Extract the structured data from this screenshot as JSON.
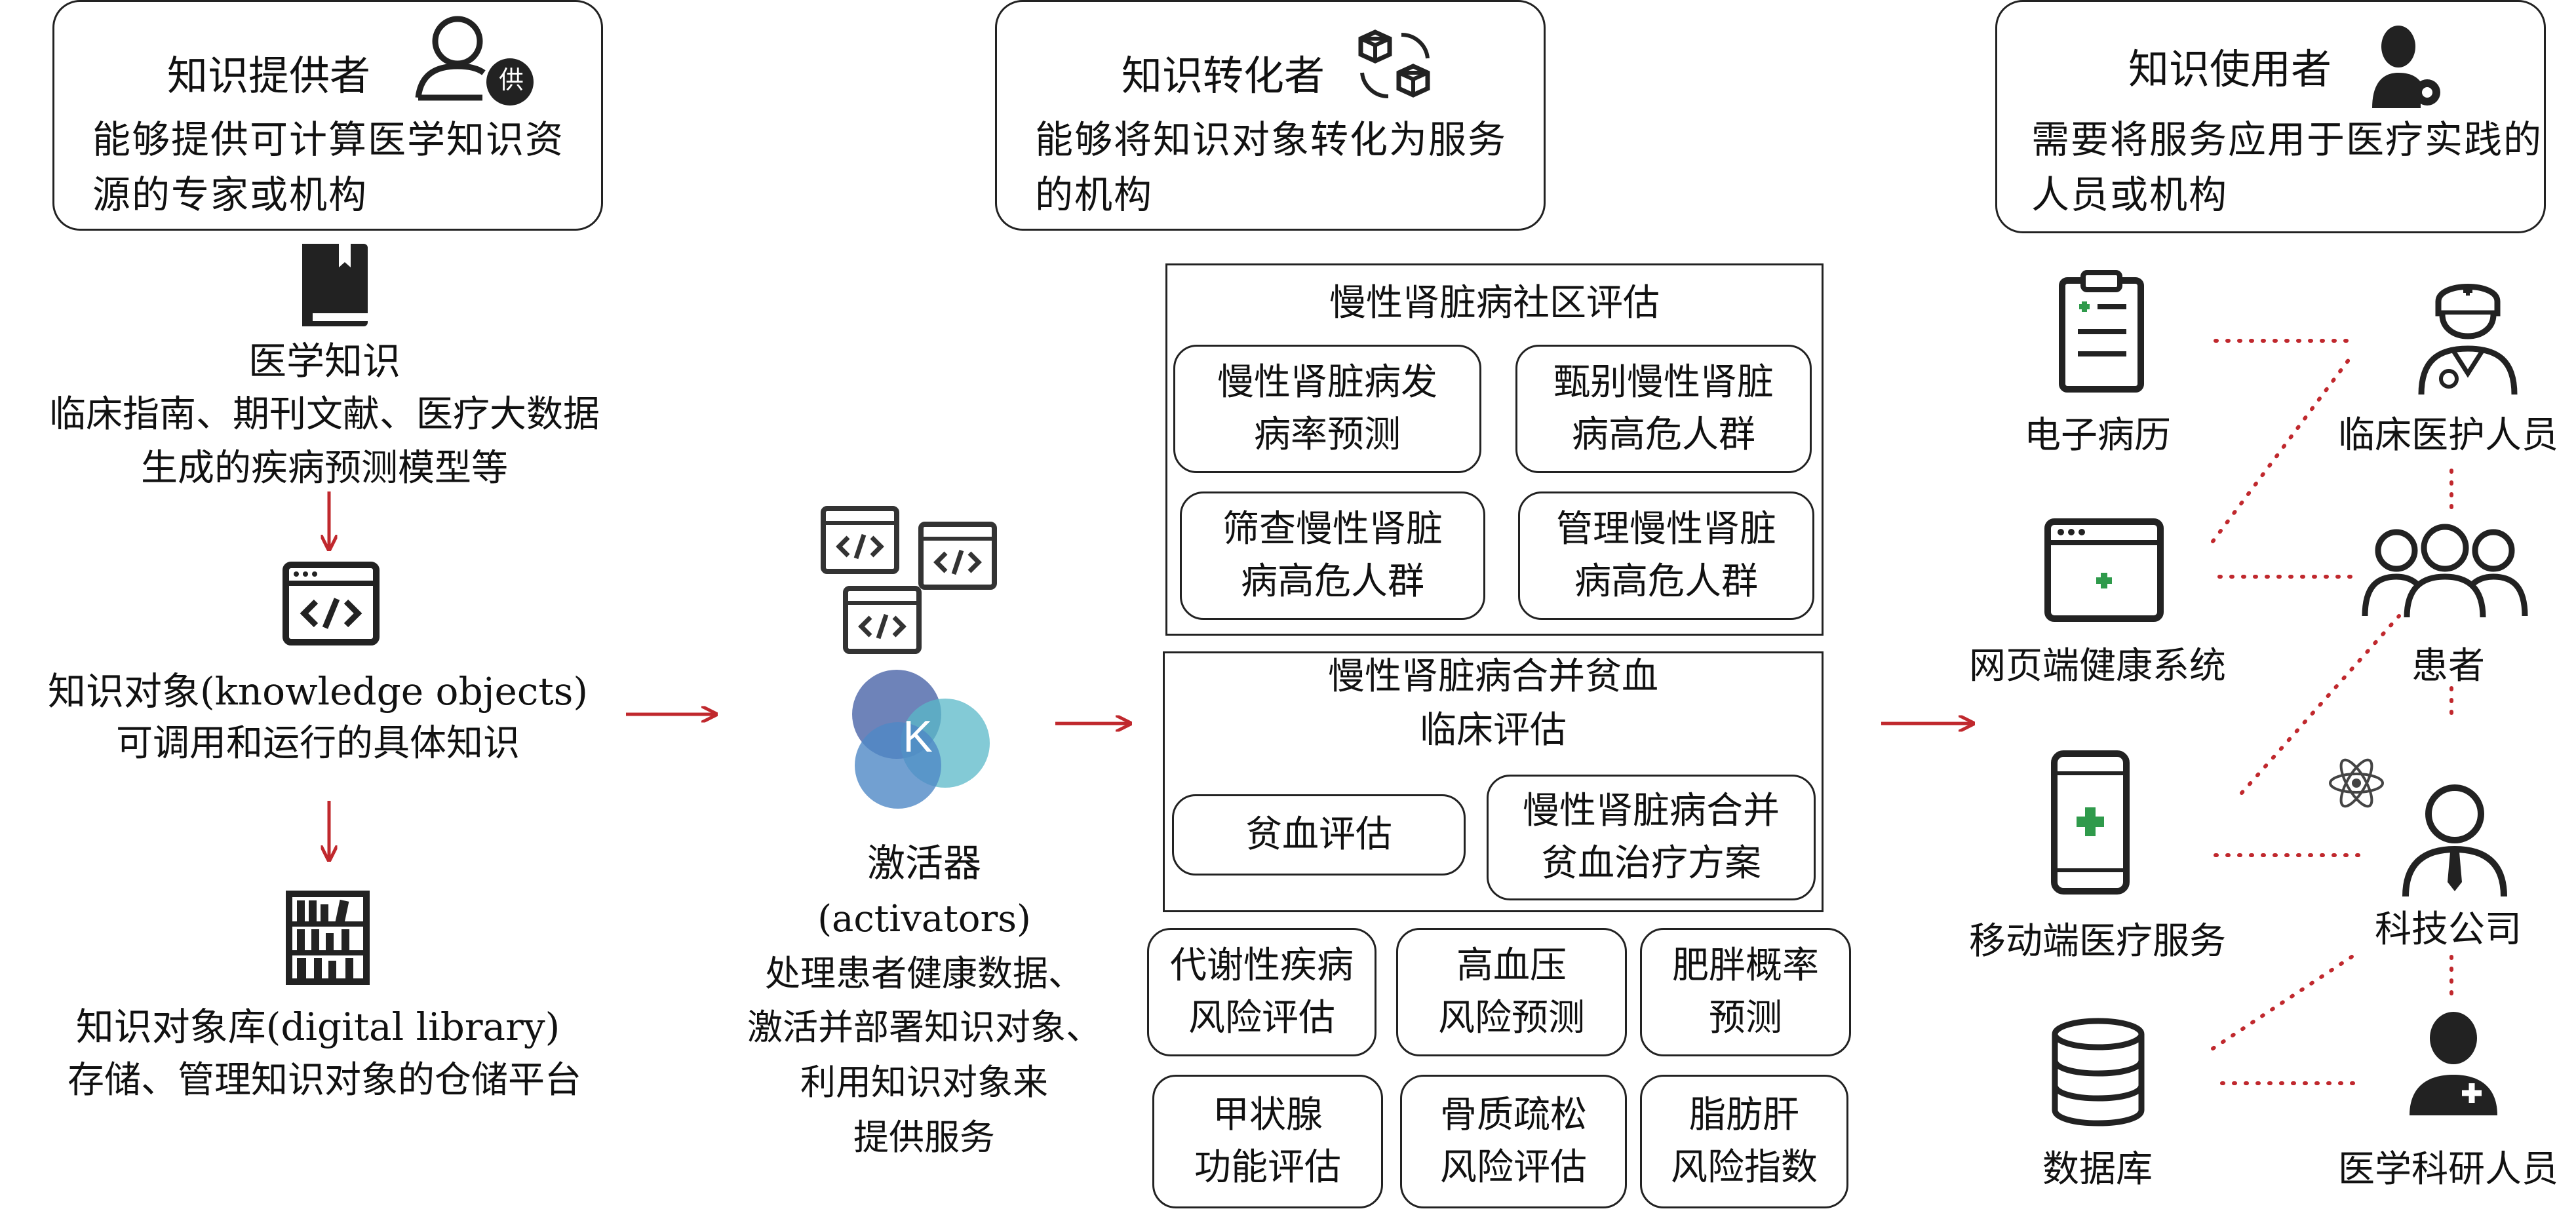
{
  "headers": {
    "provider": {
      "title": "知识提供者",
      "desc": "能够提供可计算医学知识资源的专家或机构"
    },
    "converter": {
      "title": "知识转化者",
      "desc": "能够将知识对象转化为服务的机构"
    },
    "user": {
      "title": "知识使用者",
      "desc": "需要将服务应用于医疗实践的人员或机构"
    }
  },
  "provider_badge": "供",
  "left": {
    "medical_knowledge": "医学知识",
    "medical_knowledge_desc": [
      "临床指南、期刊文献、医疗大数据",
      "生成的疾病预测模型等"
    ],
    "knowledge_objects": "知识对象(knowledge objects)",
    "knowledge_objects_desc": "可调用和运行的具体知识",
    "digital_library": "知识对象库(digital library)",
    "digital_library_desc": "存储、管理知识对象的仓储平台"
  },
  "activator": {
    "k_letter": "K",
    "title": "激活器",
    "subtitle": "(activators)",
    "desc": [
      "处理患者健康数据、",
      "激活并部署知识对象、",
      "利用知识对象来",
      "提供服务"
    ]
  },
  "ckd_community": {
    "title": "慢性肾脏病社区评估",
    "items": [
      [
        "慢性肾脏病发",
        "病率预测"
      ],
      [
        "甄别慢性肾脏",
        "病高危人群"
      ],
      [
        "筛查慢性肾脏",
        "病高危人群"
      ],
      [
        "管理慢性肾脏",
        "病高危人群"
      ]
    ]
  },
  "ckd_anemia": {
    "title": [
      "慢性肾脏病合并贫血",
      "临床评估"
    ],
    "items": [
      [
        "贫血评估"
      ],
      [
        "慢性肾脏病合并",
        "贫血治疗方案"
      ]
    ]
  },
  "other_services": [
    [
      "代谢性疾病",
      "风险评估"
    ],
    [
      "高血压",
      "风险预测"
    ],
    [
      "肥胖概率",
      "预测"
    ],
    [
      "甲状腺",
      "功能评估"
    ],
    [
      "骨质疏松",
      "风险评估"
    ],
    [
      "脂肪肝",
      "风险指数"
    ]
  ],
  "platforms": [
    "电子病历",
    "网页端健康系统",
    "移动端医疗服务",
    "数据库"
  ],
  "user_types": [
    "临床医护人员",
    "患者",
    "科技公司",
    "医学科研人员"
  ],
  "colors": {
    "arrow": "#c0282d",
    "line": "#222222",
    "logo_dark": "#4a64a8",
    "logo_light": "#5ab8c8",
    "logo_mid": "#4f88c6"
  }
}
